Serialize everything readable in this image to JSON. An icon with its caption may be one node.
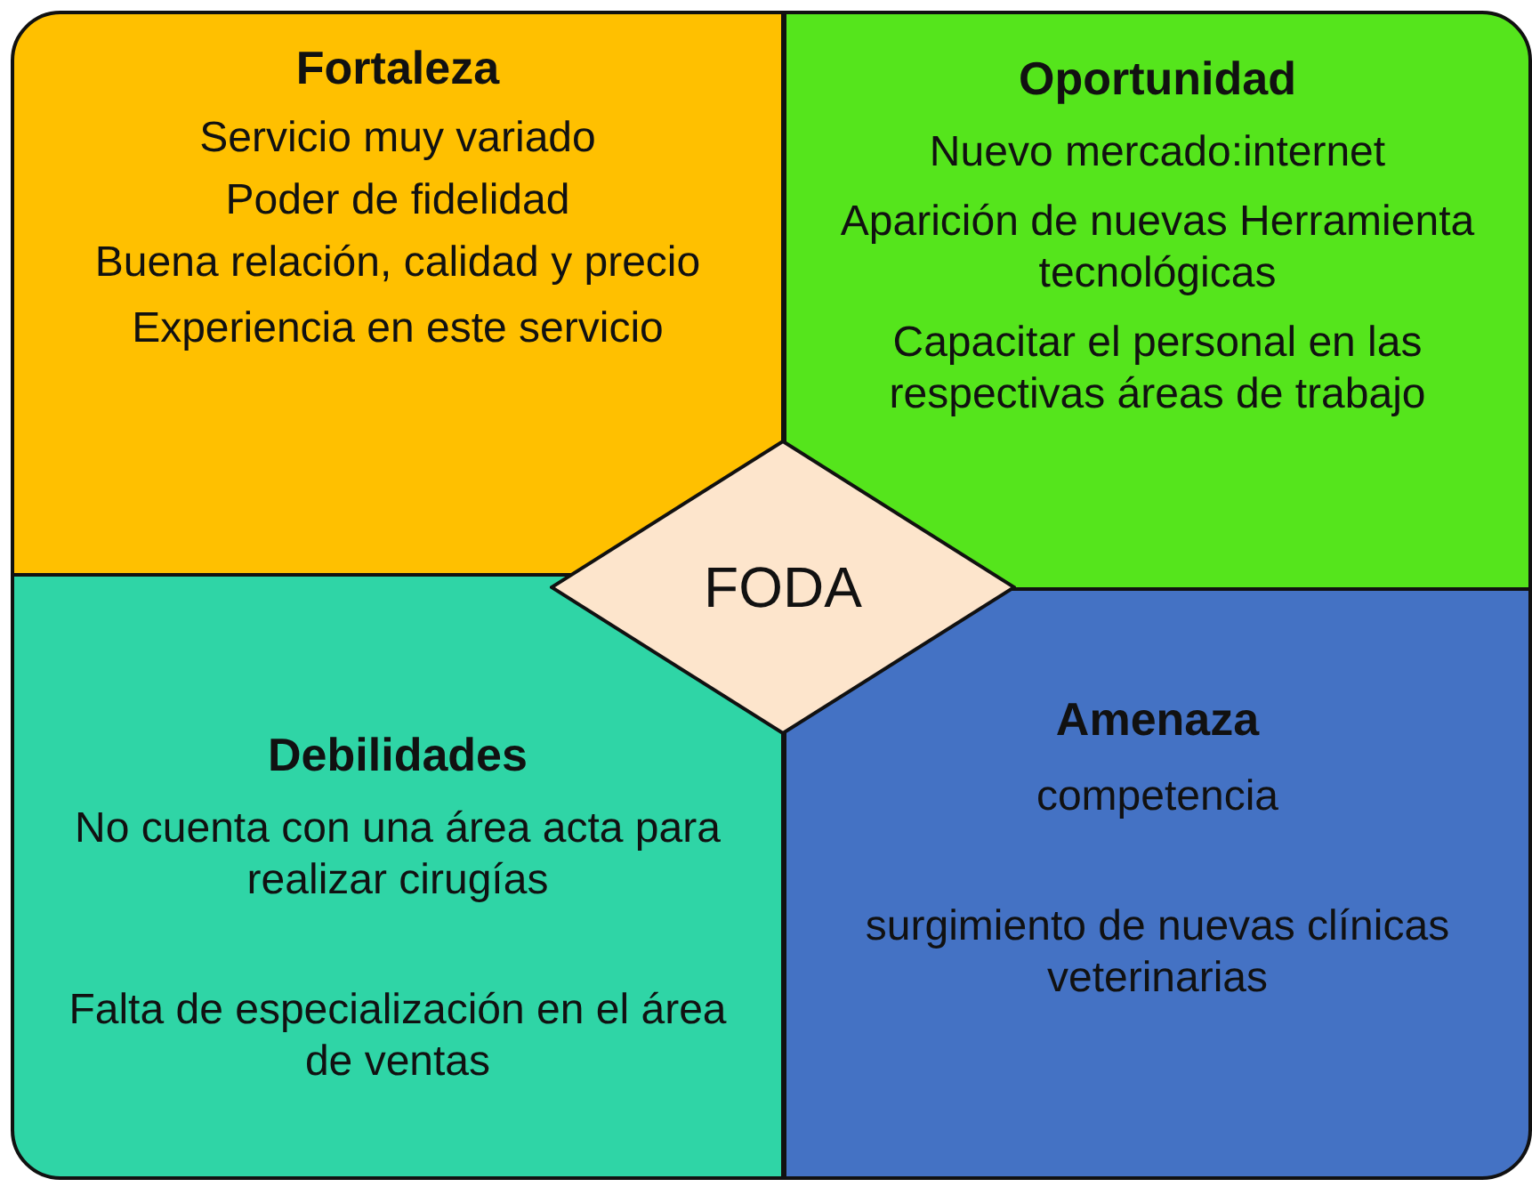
{
  "diagram": {
    "nodes": [
      {
        "text": [
          "Fortaleza",
          "Servicio muy variado",
          "Poder de fidelidad",
          "Buena relación, calidad y precio",
          "Experiencia en este servicio"
        ]
      },
      {
        "text": [
          "Oportunidad",
          "Nuevo mercado:internet",
          "Aparición de nuevas Herramienta tecnológicas",
          "Capacitar el personal en las respectivas áreas de trabajo"
        ]
      },
      {
        "text": [
          "FODA"
        ]
      },
      {
        "text": [
          "Debilidades",
          "No cuenta con una área acta para realizar cirugías",
          "Falta de especialización en el área de ventas"
        ]
      },
      {
        "text": [
          "Amenaza",
          "competencia",
          "surgimiento de nuevas clínicas veterinarias"
        ]
      }
    ],
    "edges": []
  }
}
